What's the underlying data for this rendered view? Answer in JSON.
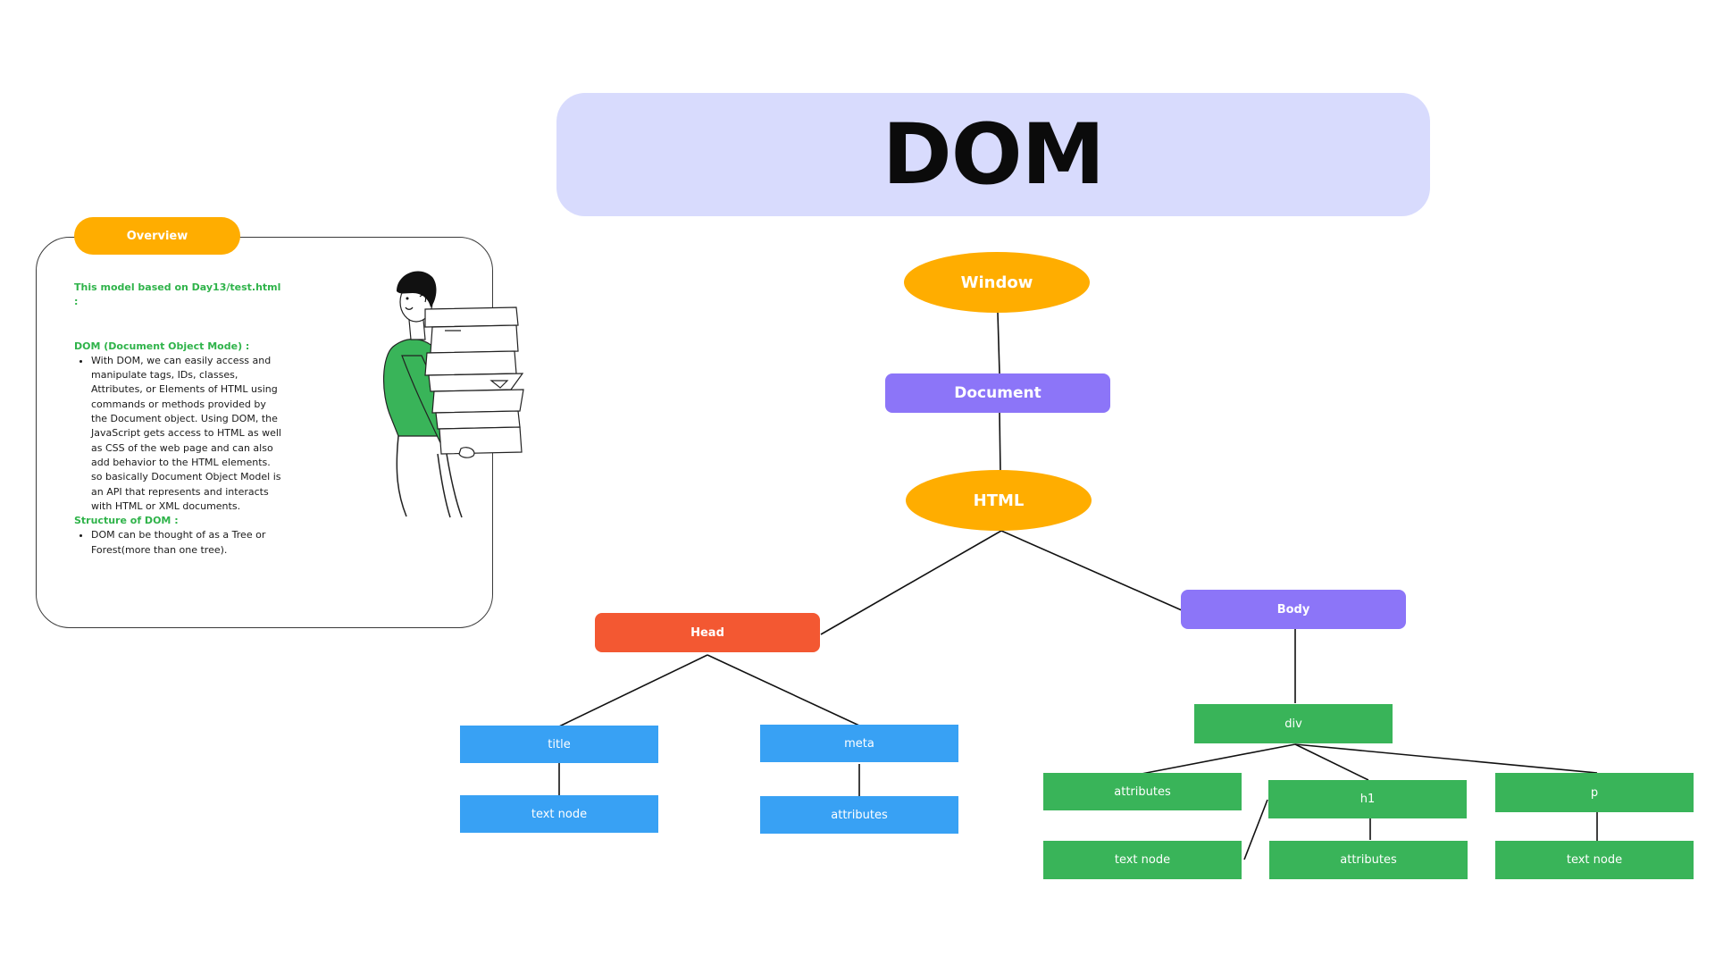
{
  "title": "DOM",
  "overview": {
    "pill_label": "Overview",
    "model_note": "This model based on Day13/test.html :",
    "dom_heading": "DOM (Document Object Mode) :",
    "dom_bullets": [
      "With DOM, we can easily access and manipulate tags, IDs, classes, Attributes, or Elements of HTML using commands or methods provided by the Document object. Using DOM, the JavaScript gets access to HTML as well as CSS of the web page and can also add behavior to the HTML elements. so basically Document Object Model is an API that represents and interacts with HTML or XML documents."
    ],
    "structure_heading": "Structure of DOM :",
    "structure_bullets": [
      "DOM can be thought of as a Tree or Forest(more than one tree)."
    ]
  },
  "tree": {
    "window": "Window",
    "document": "Document",
    "html": "HTML",
    "head": "Head",
    "body": "Body",
    "head_children": {
      "title": "title",
      "title_child": "text node",
      "meta": "meta",
      "meta_child": "attributes"
    },
    "body_children": {
      "div": "div",
      "div_attributes": "attributes",
      "div_attributes_child": "text node",
      "h1": "h1",
      "h1_child": "attributes",
      "p": "p",
      "p_child": "text node"
    }
  },
  "colors": {
    "banner": "#d8dbfd",
    "window_html": "#ffad00",
    "document_body": "#8c75f8",
    "head": "#f35832",
    "head_children": "#38a1f4",
    "body_children": "#39b459",
    "overview_pill": "#ffad00",
    "overview_heading": "#2fb34a"
  }
}
